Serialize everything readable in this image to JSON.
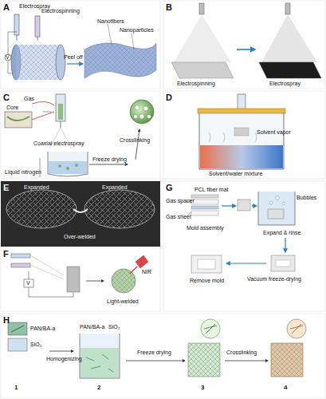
{
  "diagram": {
    "labels": [
      "A",
      "Electrospray",
      "Electrospinning",
      "V",
      "Peel off",
      "Nanofibers",
      "Nanoparticles",
      "B",
      "Electrospinning",
      "Electrospray",
      "C",
      "Core",
      "Gas",
      "Coaxial electrospray",
      "Liquid nitrogen",
      "Freeze drying",
      "Crosslinking",
      "D",
      "Solvent vapor",
      "Solvent/water mixture",
      "E",
      "Expanded",
      "Expanded",
      "Over-welded",
      "F",
      "V",
      "NIR",
      "Light-welded",
      "G",
      "PCL fiber mat",
      "Gas spacer",
      "Gas sheet",
      "Mold assembly",
      "Bubbles",
      "Expand & rinse",
      "Vacuum freeze-drying",
      "Remove mold",
      "H",
      "PAN/BA-a",
      "SiO₂",
      "1",
      "Homogenizing",
      "PAN/BA-a",
      "SiO₂",
      "2",
      "Freeze drying",
      "3",
      "Crosslinking",
      "4"
    ]
  }
}
